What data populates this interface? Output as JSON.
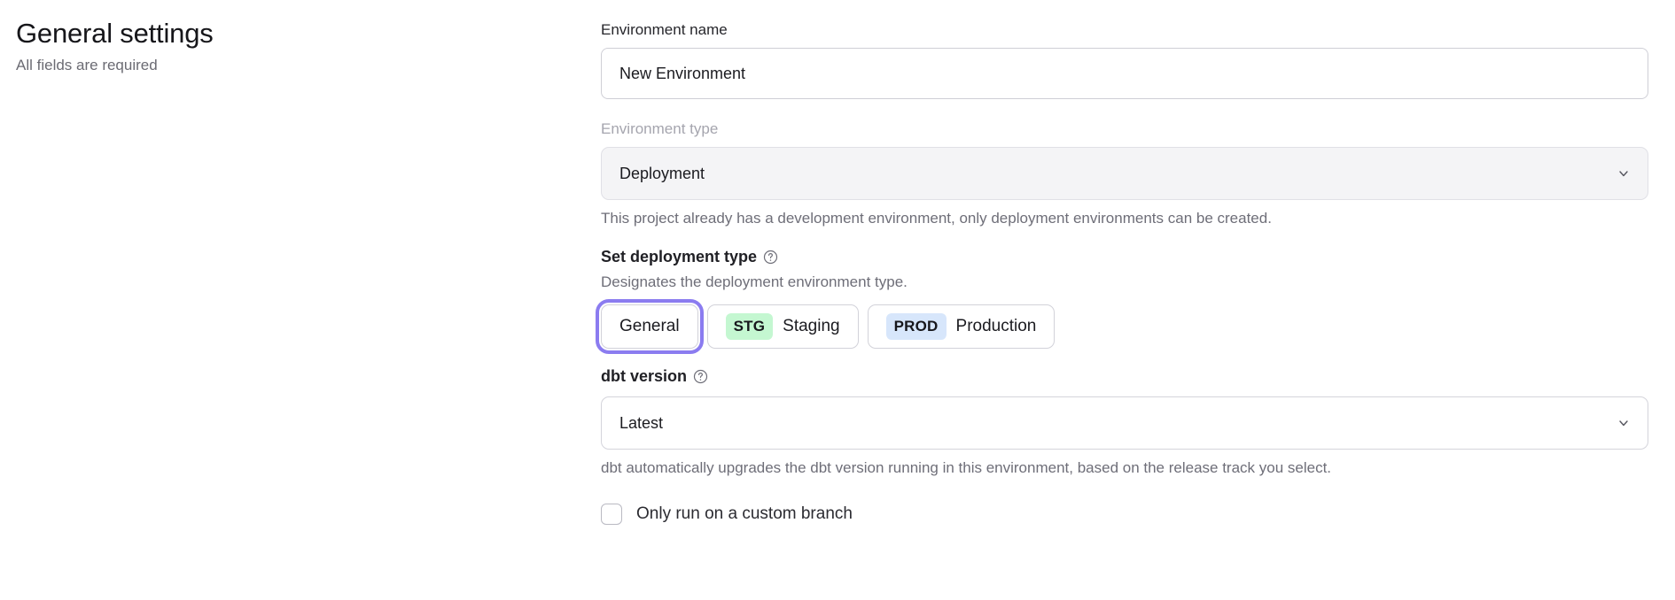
{
  "left": {
    "title": "General settings",
    "subtitle": "All fields are required"
  },
  "form": {
    "environment_name": {
      "label": "Environment name",
      "value": "New Environment",
      "placeholder": "Environment name"
    },
    "environment_type": {
      "label": "Environment type",
      "value": "Deployment",
      "disabled": true,
      "chevron_icon": "chevron-down-icon",
      "help": "This project already has a development environment, only deployment environments can be created."
    },
    "deployment_type": {
      "heading": "Set deployment type",
      "help_icon": "question-circle-icon",
      "description": "Designates the deployment environment type.",
      "selected": "General",
      "options": [
        {
          "id": "general",
          "label": "General",
          "badge": null,
          "badge_color": null,
          "focused": true
        },
        {
          "id": "staging",
          "label": "Staging",
          "badge": "STG",
          "badge_color": "#c4f7d1",
          "focused": false
        },
        {
          "id": "production",
          "label": "Production",
          "badge": "PROD",
          "badge_color": "#d7e6fb",
          "focused": false
        }
      ]
    },
    "dbt_version": {
      "heading": "dbt version",
      "help_icon": "question-circle-icon",
      "value": "Latest",
      "chevron_icon": "chevron-down-icon",
      "help": "dbt automatically upgrades the dbt version running in this environment, based on the release track you select."
    },
    "custom_branch": {
      "label": "Only run on a custom branch",
      "checked": false
    }
  },
  "colors": {
    "focus_ring": "#8b7cf0",
    "badge_staging": "#c4f7d1",
    "badge_production": "#d7e6fb",
    "text_primary": "#1b1b20",
    "text_muted": "#6e6e78",
    "disabled_bg": "#f4f4f6"
  }
}
